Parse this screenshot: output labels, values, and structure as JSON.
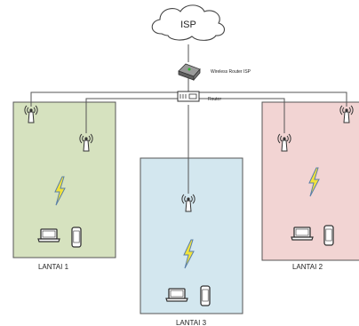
{
  "cloud": {
    "label": "ISP"
  },
  "wireless_router": {
    "label": "Wireless Router ISP"
  },
  "router": {
    "label": "Router"
  },
  "floors": [
    {
      "label": "LANTAI 1",
      "color": "#d6e2bf"
    },
    {
      "label": "LANTAI 2",
      "color": "#f2d4d3"
    },
    {
      "label": "LANTAI 3",
      "color": "#d3e7ef"
    }
  ],
  "colors": {
    "line": "#555555",
    "lightning": "#f2e33a",
    "lightning_edge": "#5a7fa8"
  },
  "icons": [
    "cloud-icon",
    "wireless-router-icon",
    "switch-router-icon",
    "access-point-icon",
    "laptop-icon",
    "phone-icon",
    "lightning-icon"
  ]
}
